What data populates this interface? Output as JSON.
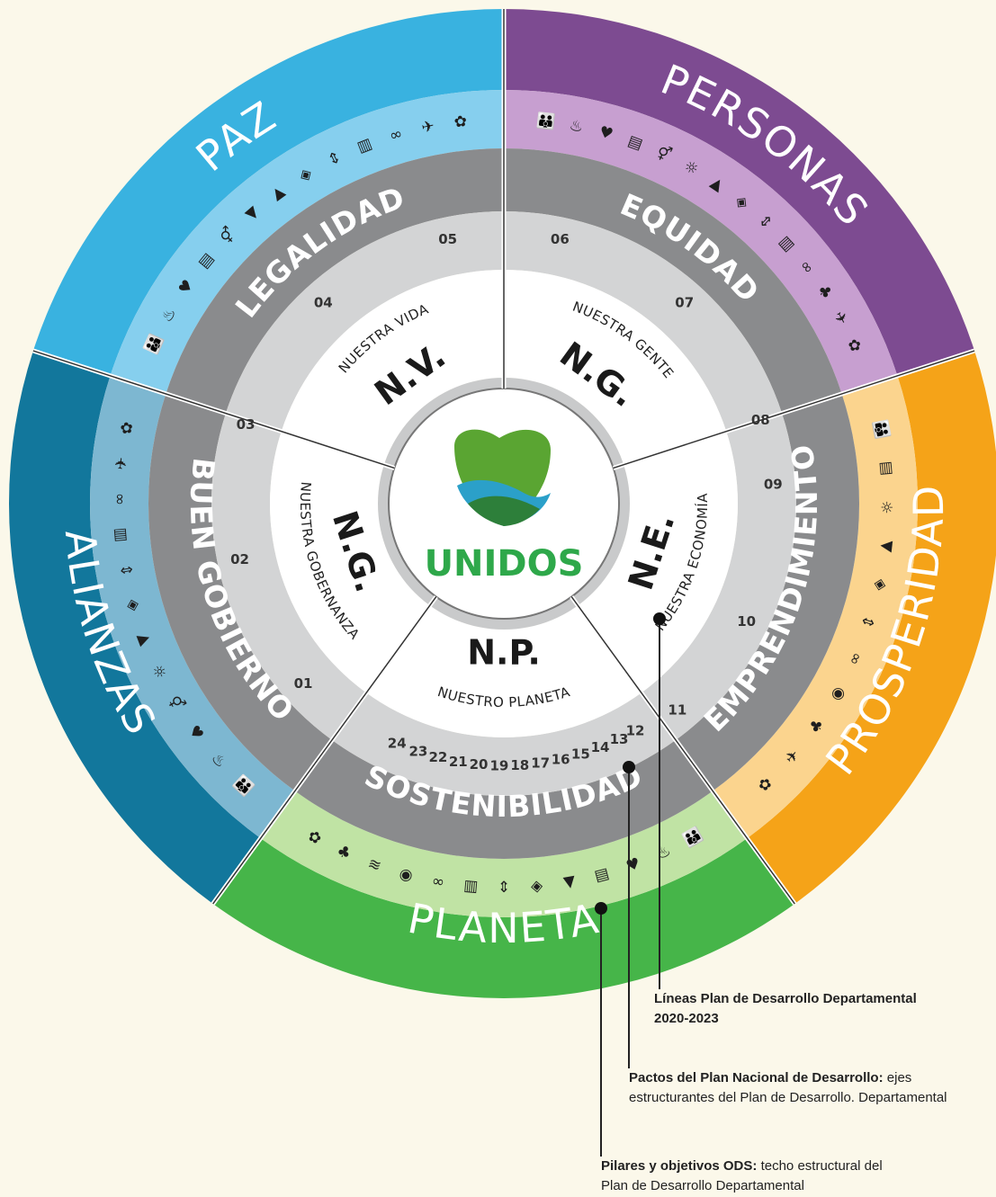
{
  "pillars": [
    {
      "id": "paz",
      "label": "PAZ",
      "color": "#39b2e0",
      "light": "#86cfee"
    },
    {
      "id": "personas",
      "label": "PERSONAS",
      "color": "#7d4b91",
      "light": "#c79fd0"
    },
    {
      "id": "prosperidad",
      "label": "PROSPERIDAD",
      "color": "#f5a318",
      "light": "#fbd48e"
    },
    {
      "id": "planeta",
      "label": "PLANETA",
      "color": "#46b549",
      "light": "#c0e3a4"
    },
    {
      "id": "alianzas",
      "label": "ALIANZAS",
      "color": "#12779c",
      "light": "#7db7d1"
    }
  ],
  "axes": [
    "LEGALIDAD",
    "EQUIDAD",
    "EMPRENDIMIENTO",
    "SOSTENIBILIDAD",
    "BUEN GOBIERNO"
  ],
  "lines": [
    {
      "abbr": "N.V.",
      "name": "NUESTRA VIDA"
    },
    {
      "abbr": "N.G.",
      "name": "NUESTRA GENTE"
    },
    {
      "abbr": "N.E.",
      "name": "NUESTRA ECONOMÍA"
    },
    {
      "abbr": "N.P.",
      "name": "NUESTRO PLANETA"
    },
    {
      "abbr": "N.G.",
      "name": "NUESTRA GOBERNANZA"
    }
  ],
  "numbers": [
    "01",
    "02",
    "03",
    "04",
    "05",
    "06",
    "07",
    "08",
    "09",
    "10",
    "11",
    "12",
    "13",
    "14",
    "15",
    "16",
    "17",
    "18",
    "19",
    "20",
    "21",
    "22",
    "23",
    "24"
  ],
  "logo": {
    "text": "UNIDOS",
    "heart_color": "#5aa532",
    "wave_color": "#2ba0c9"
  },
  "sdg_icons": [
    "family-icon",
    "bowl-icon",
    "heartbeat-icon",
    "book-icon",
    "gender-icon",
    "tap-icon",
    "sun-icon",
    "growth-chart-icon",
    "cubes-icon",
    "equality-arrows-icon",
    "city-icon",
    "infinity-icon",
    "eye-globe-icon",
    "fish-icon",
    "tree-icon",
    "dove-icon",
    "flower-icon"
  ],
  "legend": [
    {
      "title": "Líneas Plan de Desarrollo Departamental 2020-2023",
      "body": ""
    },
    {
      "title": "Pactos del Plan Nacional de Desarrollo:",
      "body": "ejes estructurantes del Plan de Desarrollo. Departamental"
    },
    {
      "title": "Pilares y objetivos ODS:",
      "body": "techo estructural del Plan de Desarrollo Departamental"
    }
  ]
}
